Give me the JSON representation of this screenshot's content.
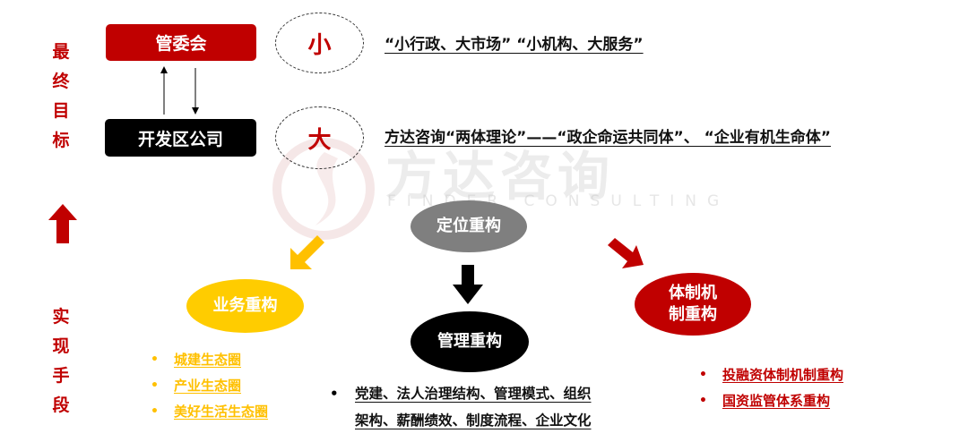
{
  "left_labels": {
    "goal": [
      "最",
      "终",
      "目",
      "标"
    ],
    "means": [
      "实",
      "现",
      "手",
      "段"
    ]
  },
  "top": {
    "committee_label": "管委会",
    "company_label": "开发区公司",
    "small_label": "小",
    "big_label": "大",
    "small_statement": "“小行政、大市场” “小机构、大服务”",
    "big_statement": "方达咨询“两体理论”——“政企命运共同体”、 “企业有机生命体”"
  },
  "watermark": {
    "text": "方达咨询",
    "subtext": "FINDER CONSULTING"
  },
  "center": {
    "positioning_label": "定位重构",
    "management_label": "管理重构",
    "management_items": [
      "党建、法人治理结构、管理模式、组织",
      "架构、薪酬绩效、制度流程、企业文化"
    ]
  },
  "business": {
    "label": "业务重构",
    "items": [
      "城建生态圈",
      "产业生态圈",
      "美好生活生态圈"
    ]
  },
  "institution": {
    "label_line1": "体制机",
    "label_line2": "制重构",
    "items": [
      "投融资体制机制重构",
      "国资监管体系重构"
    ]
  },
  "bullet": "•",
  "colors": {
    "red": "#c00000",
    "black": "#000000",
    "gray": "#7f7f7f",
    "yellow": "#ffc000"
  }
}
